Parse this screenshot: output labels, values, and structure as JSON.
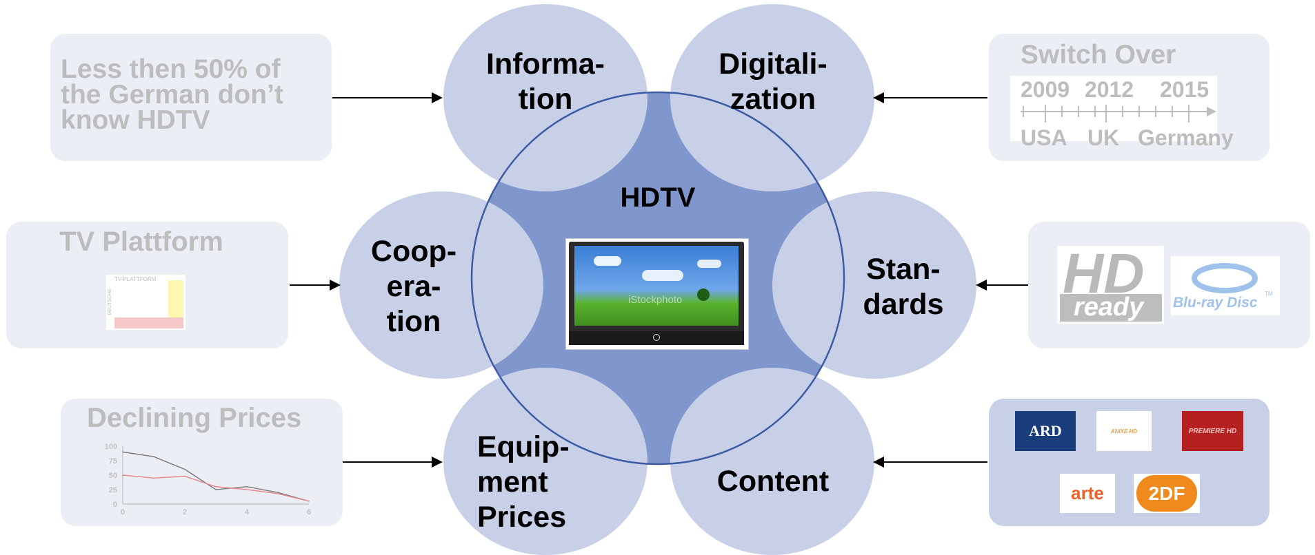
{
  "center": {
    "title": "HDTV",
    "watermark": "iStockphoto"
  },
  "nodes": {
    "information": "Informa-\ntion",
    "digitalization": "Digitali-\nzation",
    "cooperation": "Coop-\nera-\ntion",
    "standards": "Stan-\ndards",
    "equipment": "Equip-\nment\nPrices",
    "content": "Content"
  },
  "info_box": {
    "text": "Less then 50% of\nthe German don’t\nknow HDTV"
  },
  "switch_box": {
    "title": "Switch Over",
    "years": [
      "2009",
      "2012",
      "2015"
    ],
    "countries": [
      "USA",
      "UK",
      "Germany"
    ]
  },
  "tv_box": {
    "title": "TV Plattform",
    "logo_text": "TV-PLATTFORM",
    "logo_side": "DEUTSCHE"
  },
  "standards_box": {
    "hd_top": "HD",
    "hd_bottom": "ready",
    "bluray": "Blu-ray Disc",
    "tm": "TM"
  },
  "prices_box": {
    "title": "Declining Prices"
  },
  "content_box": {
    "logos": [
      "ARD",
      "ANIXE HD",
      "PREMIERE HD",
      "arte",
      "2DF"
    ]
  },
  "chart_data": {
    "type": "line",
    "title": "",
    "x": [
      0,
      1,
      2,
      3,
      4,
      5,
      6
    ],
    "xticks": [
      "0",
      "2",
      "4",
      "6"
    ],
    "yticks": [
      "0",
      "25",
      "50",
      "75",
      "100"
    ],
    "ylim": [
      0,
      100
    ],
    "xlim": [
      0,
      6
    ],
    "series": [
      {
        "values": [
          90,
          82,
          60,
          25,
          30,
          20,
          5
        ],
        "color": "#7f7f7f"
      },
      {
        "values": [
          50,
          45,
          48,
          30,
          25,
          18,
          5
        ],
        "color": "#e58a8a"
      }
    ]
  },
  "colors": {
    "light_circle": "#c7d0e6",
    "center_fill": "#7f97cc",
    "ring": "#3b5ba5",
    "faded_box": "#eceef6",
    "faded_text": "#bdbdbd"
  }
}
